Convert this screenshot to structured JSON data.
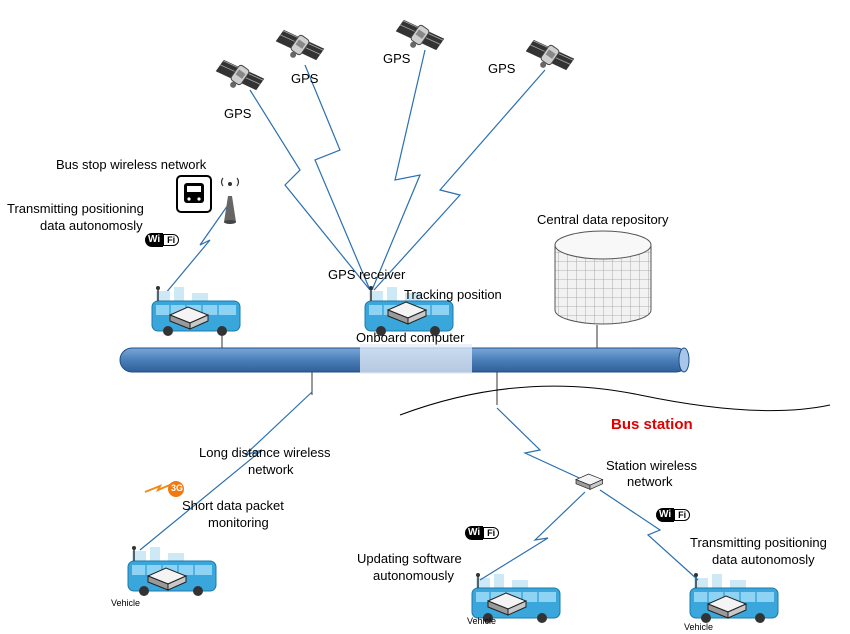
{
  "diagram": {
    "gps_label": "GPS",
    "bus_stop_network": "Bus stop wireless network",
    "transmitting_top_line1": "Transmitting positioning",
    "transmitting_top_line2": "data autonomosly",
    "wifi_wi": "Wi",
    "wifi_fi": "Fi",
    "central_repo": "Central data repository",
    "gps_receiver": "GPS receiver",
    "tracking_position": "Tracking position",
    "onboard_computer": "Onboard computer",
    "bus_station": "Bus station",
    "long_distance_line1": "Long distance wireless",
    "long_distance_line2": "network",
    "badge_3g": "3G",
    "short_data_line1": "Short data packet",
    "short_data_line2": "monitoring",
    "station_wireless_line1": "Station wireless",
    "station_wireless_line2": "network",
    "updating_line1": "Updating software",
    "updating_line2": "autonomously",
    "transmitting_bottom_line1": "Transmitting positioning",
    "transmitting_bottom_line2": "data autonomosly",
    "vehicle": "Vehicle"
  },
  "colors": {
    "bus_body": "#3aa7dc",
    "bus_light": "#8fd3f4",
    "backbone": "#4a7fb8",
    "backbone_edge": "#1f4f86",
    "lightning": "#2a6fb0",
    "station_label": "#e00000"
  }
}
